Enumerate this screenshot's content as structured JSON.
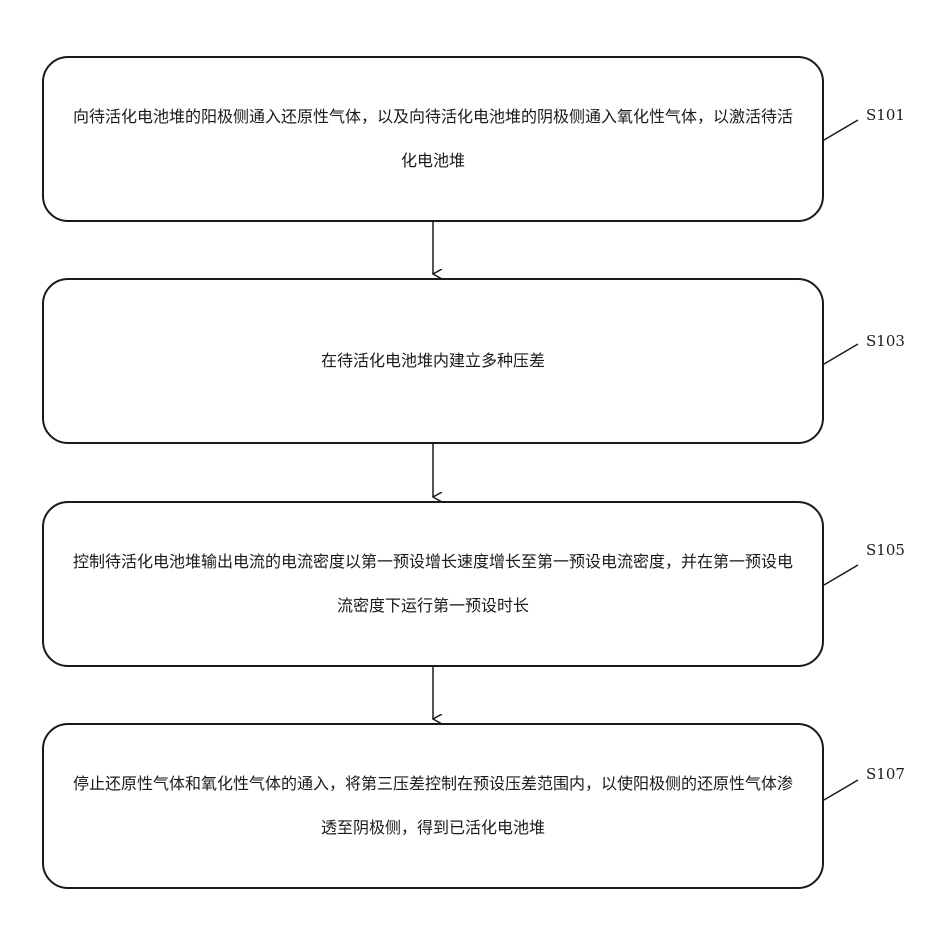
{
  "steps": [
    {
      "id": "S101",
      "text": "向待活化电池堆的阳极侧通入还原性气体，以及向待活化电池堆的阴极侧通入氧化性气体，以激活待活化电池堆"
    },
    {
      "id": "S103",
      "text": "在待活化电池堆内建立多种压差"
    },
    {
      "id": "S105",
      "text": "控制待活化电池堆输出电流的电流密度以第一预设增长速度增长至第一预设电流密度，并在第一预设电流密度下运行第一预设时长"
    },
    {
      "id": "S107",
      "text": "停止还原性气体和氧化性气体的通入，将第三压差控制在预设压差范围内，以使阳极侧的还原性气体渗透至阴极侧，得到已活化电池堆"
    }
  ]
}
